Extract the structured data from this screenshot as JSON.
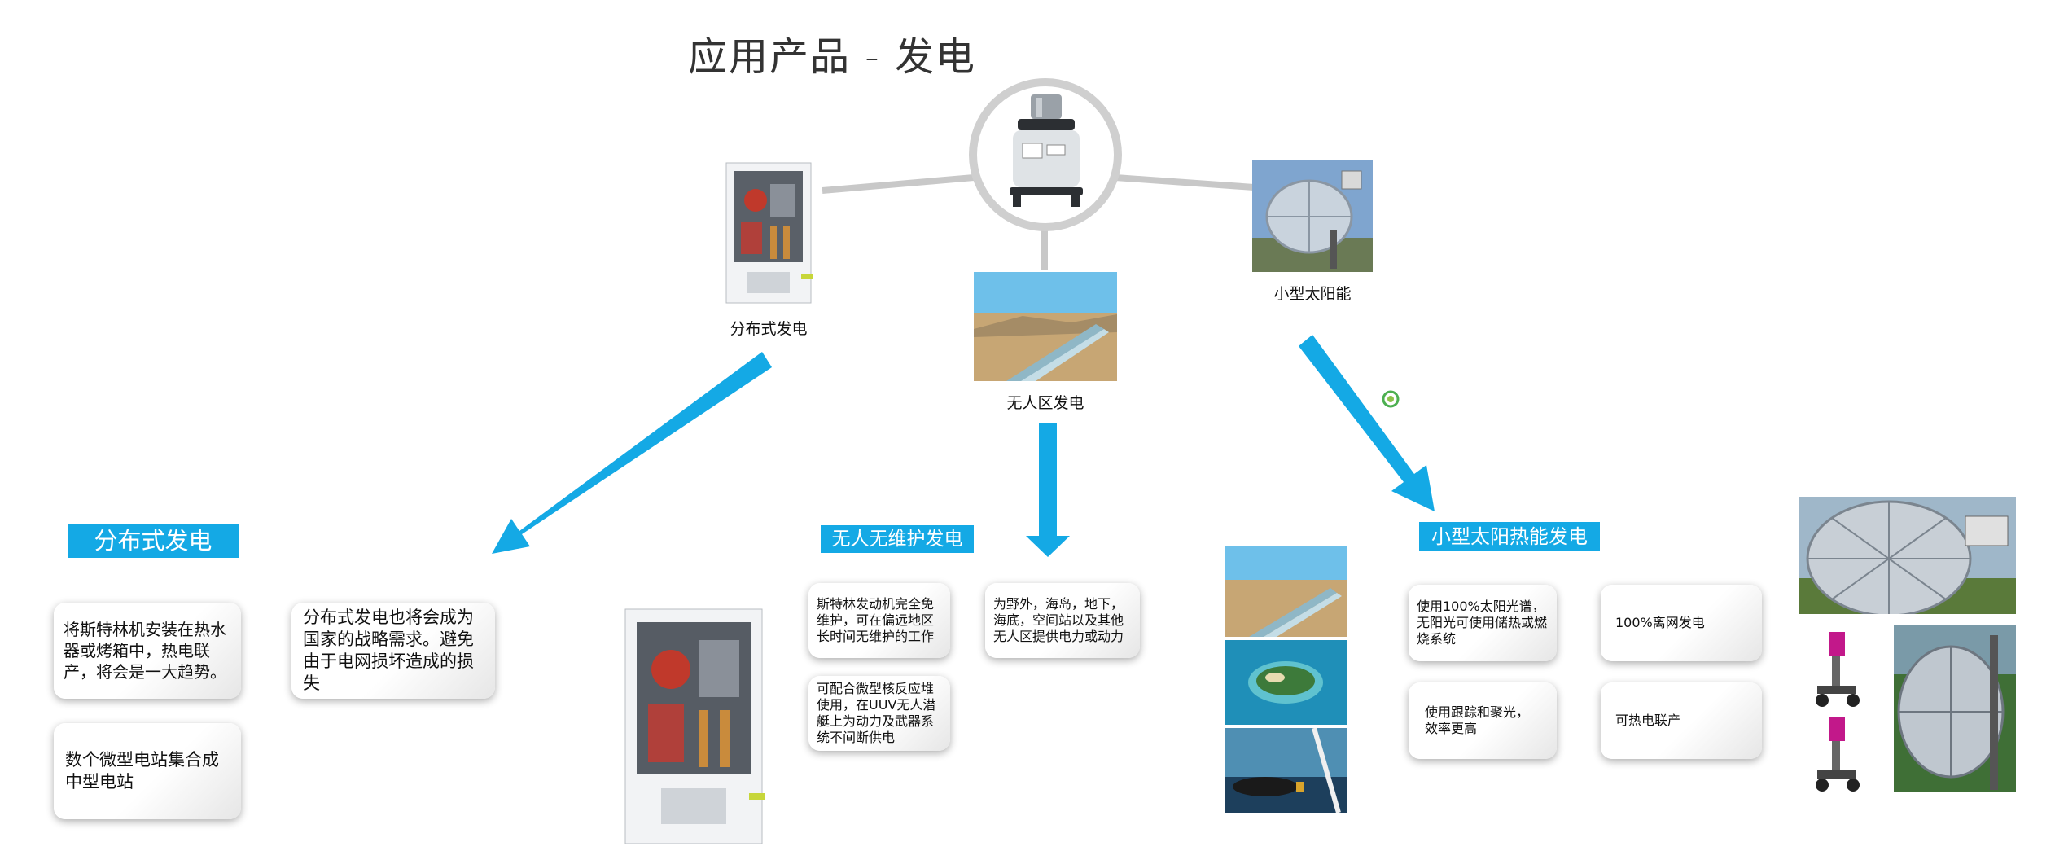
{
  "title": "应用产品 - 发电",
  "top_labels": {
    "distributed": "分布式发电",
    "unmanned": "无人区发电",
    "solar_small": "小型太阳能"
  },
  "sections": {
    "distributed": {
      "header": "分布式发电",
      "cards": [
        "将斯特林机安装在热水器或烤箱中，热电联产，将会是一大趋势。",
        "分布式发电也将会成为国家的战略需求。避免由于电网损坏造成的损失",
        "数个微型电站集合成中型电站"
      ]
    },
    "maintenance_free": {
      "header": "无人无维护发电",
      "cards": [
        "斯特林发动机完全免维护，可在偏远地区长时间无维护的工作",
        "为野外，海岛，地下，海底，空间站以及其他无人区提供电力或动力",
        "可配合微型核反应堆使用，在UUV无人潜艇上为动力及武器系统不间断供电"
      ]
    },
    "solar_thermal": {
      "header": "小型太阳热能发电",
      "cards": [
        "使用100%太阳光谱，无阳光可使用储热或燃烧系统",
        "100%离网发电",
        "使用跟踪和聚光，效率更高",
        "可热电联产"
      ]
    }
  },
  "colors": {
    "accent": "#14a9e5",
    "connector": "#c8c8c8"
  }
}
